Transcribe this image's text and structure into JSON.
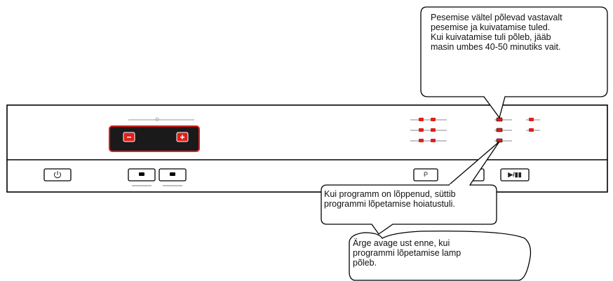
{
  "callouts": {
    "top": "Pesemise vältel põlevad vastavalt\npesemise ja kuivatamise tuled.\nKui kuivatamise tuli põleb, jääb\nmasin umbes 40-50 minutiks vait.",
    "middle": "Kui programm on lõppenud, süttib\nprogrammi lõpetamise hoiatustuli.",
    "bottom": "Ärge avage ust enne, kui\nprogrammi lõpetamise lamp\npõleb."
  },
  "buttons": {
    "program": "P",
    "start_pause": "▶/▮▮",
    "minus": "−",
    "plus": "+"
  },
  "icons": {
    "power": "power-icon",
    "start_pause": "play-pause-icon"
  },
  "colors": {
    "indicator": "#e0201b",
    "panel": "#1f1f1f",
    "outline": "#000000"
  }
}
